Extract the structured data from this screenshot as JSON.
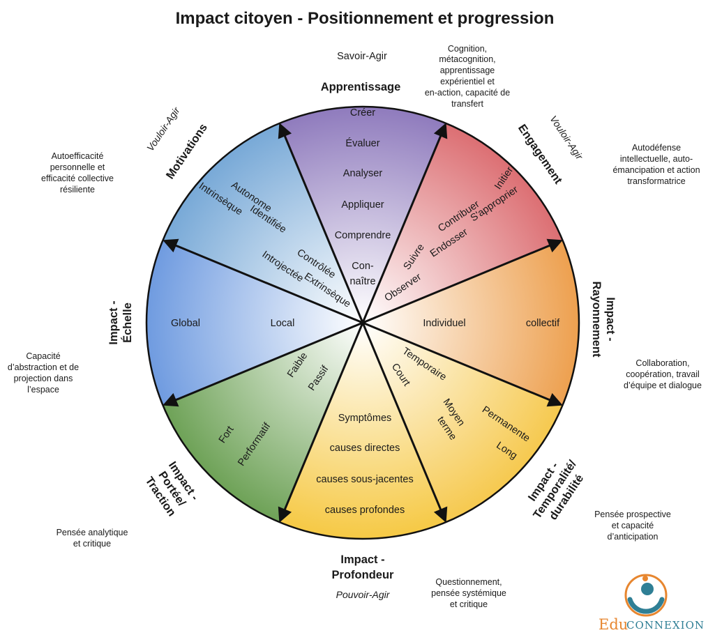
{
  "title": "Impact citoyen - Positionnement et progression",
  "colors": {
    "apprentissage": "#8f7bbd",
    "engagement": "#dc6f73",
    "rayonnement": "#eda04f",
    "temporalite": "#f6c94f",
    "profondeur": "#f6c945",
    "portee": "#6ea257",
    "echelle": "#6f9be0",
    "motivations": "#78a9d7"
  },
  "sections": {
    "apprentissage": {
      "title": "Apprentissage",
      "levels": [
        "Créer",
        "Évaluer",
        "Analyser",
        "Appliquer",
        "Comprendre",
        "Con-",
        "naître"
      ]
    },
    "engagement": {
      "title": "Engagement",
      "levels": [
        "Initier",
        "Contribuer",
        "S'approprier",
        "Suivre",
        "Endosser",
        "Observer"
      ]
    },
    "rayonnement": {
      "title_line1": "Impact -",
      "title_line2": "Rayonnement",
      "levels": [
        "Individuel",
        "collectif"
      ]
    },
    "temporalite": {
      "title_line1": "Impact -",
      "title_line2": "Temporalité/",
      "title_line3": "durabilité",
      "levels": [
        "Temporaire",
        "Court",
        "Moyen",
        "terme",
        "Permanente",
        "Long"
      ]
    },
    "profondeur": {
      "title_line1": "Impact -",
      "title_line2": "Profondeur",
      "levels": [
        "Symptômes",
        "causes directes",
        "causes sous-jacentes",
        "causes profondes"
      ]
    },
    "portee": {
      "title_line1": "Impact -",
      "title_line2": "Portée/",
      "title_line3": "Traction",
      "levels": [
        "Faible",
        "Passif",
        "Fort",
        "Performatif"
      ]
    },
    "echelle": {
      "title_line1": "Impact -",
      "title_line2": "Échelle",
      "levels": [
        "Global",
        "Local"
      ]
    },
    "motivations": {
      "title": "Motivations",
      "levels": [
        "Autonome",
        "Intrinsèque",
        "Identifiée",
        "Contrôlée",
        "Introjectée",
        "Extrinsèque"
      ]
    }
  },
  "annotations": {
    "savoir_agir": "Savoir-Agir",
    "vouloir_agir_left": "Vouloir-Agir",
    "vouloir_agir_right": "Vouloir-Agir",
    "pouvoir_agir": "Pouvoir-Agir"
  },
  "notes": {
    "cognition": [
      "Cognition,",
      "métacognition,",
      "apprentissage",
      "expérientiel et",
      "en-action, capacité de",
      "transfert"
    ],
    "autodefense": [
      "Autodéfense",
      "intellectuelle, auto-",
      "émancipation et action",
      "transformatrice"
    ],
    "collaboration": [
      "Collaboration,",
      "coopération, travail",
      "d’équipe et dialogue"
    ],
    "prospective": [
      "Pensée prospective",
      "et capacité",
      "d’anticipation"
    ],
    "questionnement": [
      "Questionnement,",
      "pensée systémique",
      "et critique"
    ],
    "analytique": [
      "Pensée analytique",
      "et critique"
    ],
    "abstraction": [
      "Capacité",
      "d’abstraction et de",
      "projection dans",
      "l’espace"
    ],
    "autoefficacite": [
      "Autoefficacité",
      "personnelle et",
      "efficacité collective",
      "résiliente"
    ]
  },
  "logo": {
    "part1": "Edu",
    "part2": "CONNEXION"
  }
}
